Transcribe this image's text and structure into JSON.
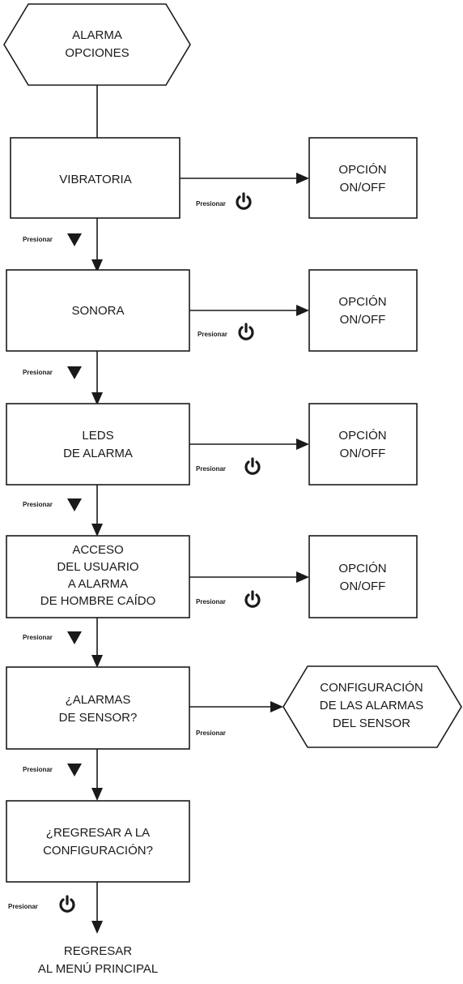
{
  "start": {
    "line1": "ALARMA",
    "line2": "OPCIONES"
  },
  "steps": [
    {
      "lines": [
        "VIBRATORIA"
      ],
      "option": [
        "OPCIÓN",
        "ON/OFF"
      ],
      "side_label": "Presionar",
      "down_label": "Presionar"
    },
    {
      "lines": [
        "SONORA"
      ],
      "option": [
        "OPCIÓN",
        "ON/OFF"
      ],
      "side_label": "Presionar",
      "down_label": "Presionar"
    },
    {
      "lines": [
        "LEDS",
        "DE ALARMA"
      ],
      "option": [
        "OPCIÓN",
        "ON/OFF"
      ],
      "side_label": "Presionar",
      "down_label": "Presionar"
    },
    {
      "lines": [
        "ACCESO",
        "DEL USUARIO",
        "A ALARMA",
        "DE HOMBRE CAÍDO"
      ],
      "option": [
        "OPCIÓN",
        "ON/OFF"
      ],
      "side_label": "Presionar",
      "down_label": "Presionar"
    },
    {
      "lines": [
        "¿ALARMAS",
        "DE SENSOR?"
      ],
      "option": [
        "CONFIGURACIÓN",
        "DE LAS ALARMAS",
        "DEL SENSOR"
      ],
      "side_label": "Presionar",
      "down_label": "Presionar"
    },
    {
      "lines": [
        "¿REGRESAR A LA",
        "CONFIGURACIÓN?"
      ],
      "down_label": "Presionar"
    }
  ],
  "end": {
    "line1": "REGRESAR",
    "line2": "AL MENÚ PRINCIPAL"
  },
  "icons": {
    "side_button": "power-icon",
    "down_button": "down-triangle-icon",
    "exit_button": "power-icon"
  }
}
